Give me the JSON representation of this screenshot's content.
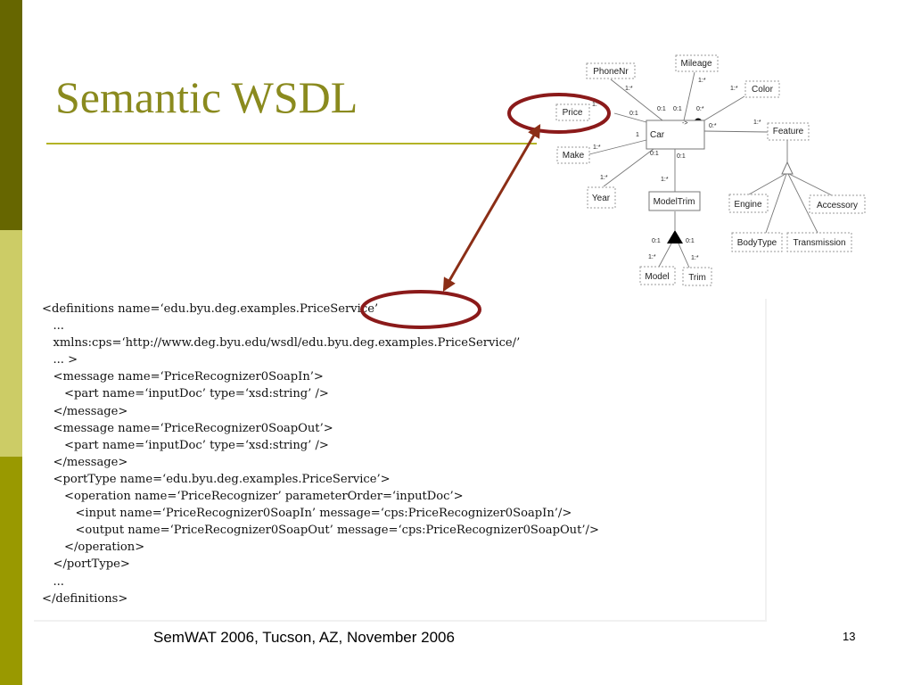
{
  "slide": {
    "title": "Semantic WSDL",
    "footer": "SemWAT 2006, Tucson, AZ, November 2006",
    "page_number": "13",
    "accent_colors": [
      "#666600",
      "#cccc66",
      "#999900",
      "#8a8a1e",
      "#8b1a1a"
    ]
  },
  "diagram": {
    "entities": {
      "phonenr": "PhoneNr",
      "mileage": "Mileage",
      "color": "Color",
      "price": "Price",
      "car": "Car",
      "feature": "Feature",
      "make": "Make",
      "year": "Year",
      "modeltrim": "ModelTrim",
      "engine": "Engine",
      "accessory": "Accessory",
      "bodytype": "BodyType",
      "transmission": "Transmission",
      "model": "Model",
      "trim": "Trim"
    },
    "cardinalities": {
      "phonenr_end": "1:*",
      "phonenr_car": "0:1",
      "mileage_end": "1:*",
      "mileage_car": "0:1",
      "color_end": "1:*",
      "color_car": "0:*",
      "price_end": "1:*",
      "price_car": "0:1",
      "feature_end": "1:*",
      "feature_car": "0:*",
      "make_end": "1:*",
      "make_car": "1",
      "year_end": "1:*",
      "year_car": "0:1",
      "modeltrim_car": "0:1",
      "modeltrim_end": "1:*",
      "model_tri": "0:1",
      "model_end": "1:*",
      "trim_tri": "0:1",
      "trim_end": "1:*",
      "arrow_label": "->"
    }
  },
  "code": {
    "lines": [
      "<definitions name=‘edu.byu.deg.examples.PriceService’",
      "   ...",
      "   xmlns:cps=‘http://www.deg.byu.edu/wsdl/edu.byu.deg.examples.PriceService/’",
      "   ... >",
      "   <message name=‘PriceRecognizer0SoapIn’>",
      "      <part name=‘inputDoc’ type=‘xsd:string’ />",
      "   </message>",
      "   <message name=‘PriceRecognizer0SoapOut’>",
      "      <part name=‘inputDoc’ type=‘xsd:string’ />",
      "   </message>",
      "   <portType name=‘edu.byu.deg.examples.PriceService’>",
      "      <operation name=‘PriceRecognizer’ parameterOrder=‘inputDoc’>",
      "         <input name=‘PriceRecognizer0SoapIn’ message=‘cps:PriceRecognizer0SoapIn’/>",
      "         <output name=‘PriceRecognizer0SoapOut’ message=‘cps:PriceRecognizer0SoapOut’/>",
      "      </operation>",
      "   </portType>",
      "   ...",
      "</definitions>"
    ]
  }
}
